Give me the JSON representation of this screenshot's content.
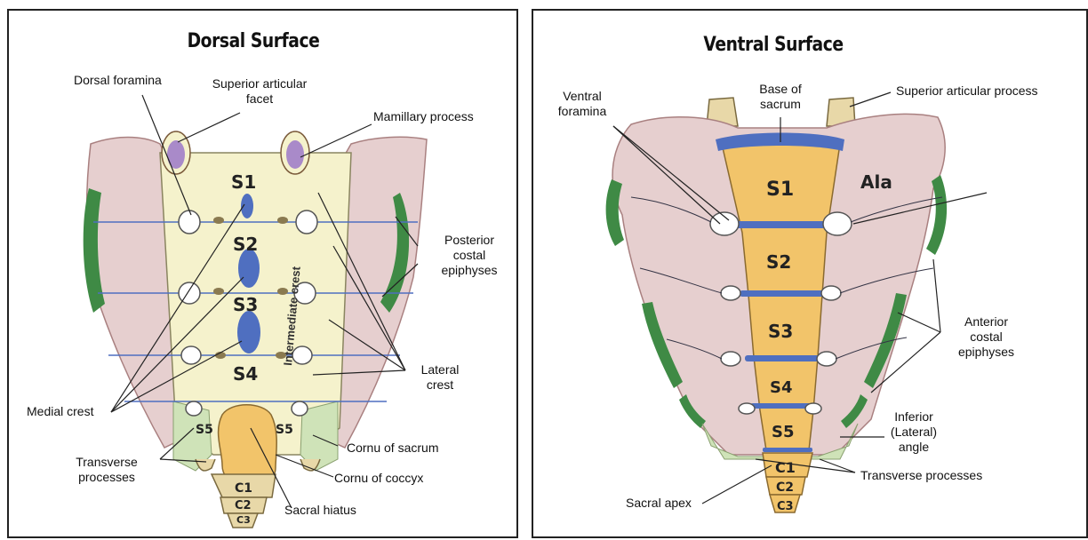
{
  "dorsal": {
    "title": "Dorsal Surface",
    "labels": {
      "dorsal_foramina": "Dorsal foramina",
      "superior_articular_facet": [
        "Superior articular",
        "facet"
      ],
      "mamillary_process": "Mamillary process",
      "posterior_costal_epiphyses": [
        "Posterior",
        "costal",
        "epiphyses"
      ],
      "lateral_crest": [
        "Lateral",
        "crest"
      ],
      "medial_crest": "Medial crest",
      "transverse_processes": [
        "Transverse",
        "processes"
      ],
      "cornu_of_sacrum": "Cornu of sacrum",
      "cornu_of_coccyx": "Cornu of coccyx",
      "sacral_hiatus": "Sacral hiatus",
      "intermediate_crest": "Intermediate crest"
    },
    "segments": [
      "S1",
      "S2",
      "S3",
      "S4",
      "S5",
      "S5",
      "C1",
      "C2",
      "C3"
    ]
  },
  "ventral": {
    "title": "Ventral Surface",
    "labels": {
      "ventral_foramina": [
        "Ventral",
        "foramina"
      ],
      "base_of_sacrum": [
        "Base of",
        "sacrum"
      ],
      "superior_articular_process": "Superior articular process",
      "ala": "Ala",
      "anterior_costal_epiphyses": [
        "Anterior",
        "costal",
        "epiphyses"
      ],
      "inferior_lateral_angle": [
        "Inferior",
        "(Lateral)",
        "angle"
      ],
      "transverse_processes": "Transverse processes",
      "sacral_apex": "Sacral apex"
    },
    "segments": [
      "S1",
      "S2",
      "S3",
      "S4",
      "S5",
      "C1",
      "C2",
      "C3"
    ]
  },
  "colors": {
    "ala_pink": "#e6cfcf",
    "body_cream": "#f5f2cc",
    "vertebra_orange": "#f2c46a",
    "disc_blue": "#4f6fc0",
    "epiphysis_green": "#3f8a45",
    "light_green": "#cfe3b8",
    "facet_purple": "#a98ac9"
  }
}
